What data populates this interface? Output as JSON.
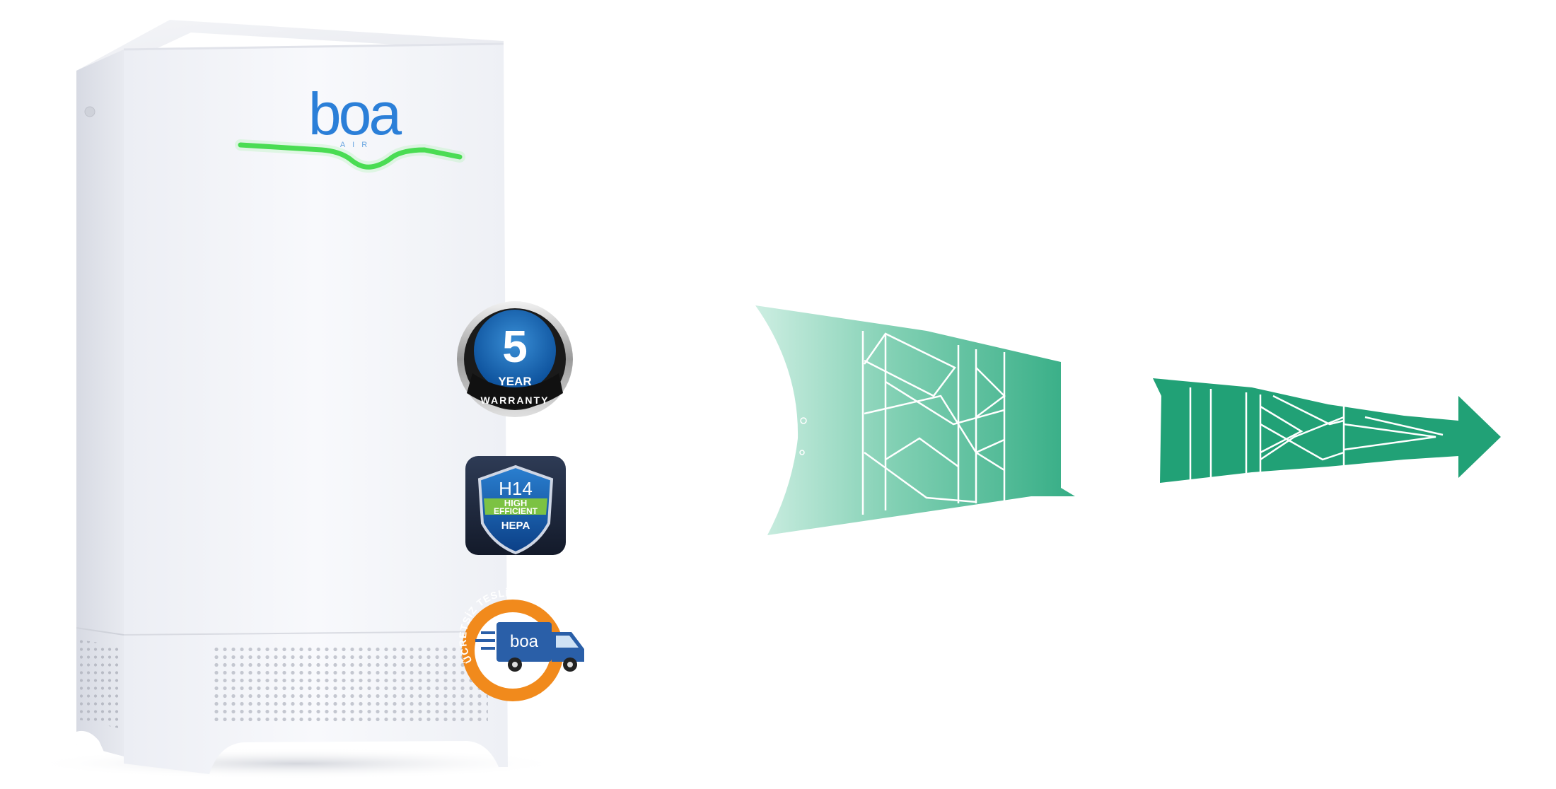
{
  "product": {
    "brand_logo_text": "boa",
    "brand_logo_subtext": "AIR",
    "indicator_color": "#2fd43a",
    "body_color": "#f3f4f8"
  },
  "badges": {
    "warranty": {
      "number": "5",
      "line1": "YEAR",
      "line2": "WARRANTY"
    },
    "hepa": {
      "line1": "H14",
      "line2": "HIGH",
      "line3": "EFFICIENT",
      "line4": "HEPA"
    },
    "delivery": {
      "ring_text": "ÜCRETSİZ TESLİMAT",
      "truck_logo_text": "boa"
    }
  },
  "airflow_graphic": {
    "colors": {
      "light": "#cdeee2",
      "mid": "#5cc09c",
      "dark": "#1f9e70"
    },
    "icon": "airflow-arrow-icon"
  }
}
